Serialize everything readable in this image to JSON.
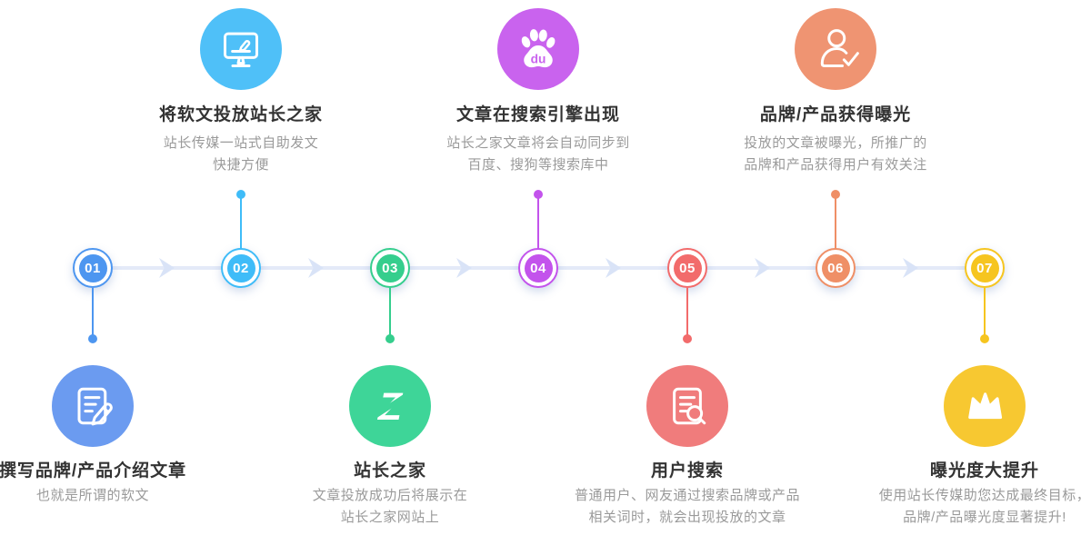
{
  "page": {
    "background": "#ffffff"
  },
  "timeline": {
    "line_color": "#E4EAF8",
    "arrow_color": "#D9E3F7",
    "title_color": "#333333",
    "desc_color": "#9A9A9A"
  },
  "steps": [
    {
      "num": "01",
      "title": "撰写品牌/产品介绍文章",
      "desc": "也就是所谓的软文",
      "color": "#4D96F0",
      "icon_bg": "#6B9BF0",
      "icon": "document-pencil-icon",
      "side": "bottom"
    },
    {
      "num": "02",
      "title": "将软文投放站长之家",
      "desc": "站长传媒一站式自助发文\n快捷方便",
      "color": "#3FBCF8",
      "icon_bg": "#4FC0F8",
      "icon": "monitor-pencil-icon",
      "side": "top"
    },
    {
      "num": "03",
      "title": "站长之家",
      "desc": "文章投放成功后将展示在\n站长之家网站上",
      "color": "#35CE8D",
      "icon_bg": "#3ED598",
      "icon": "chinaz-logo-icon",
      "side": "bottom"
    },
    {
      "num": "04",
      "title": "文章在搜索引擎出现",
      "desc": "站长之家文章将会自动同步到\n百度、搜狗等搜索库中",
      "color": "#C353EC",
      "icon_bg": "#C963EE",
      "icon": "baidu-paw-icon",
      "side": "top"
    },
    {
      "num": "05",
      "title": "用户搜索",
      "desc": "普通用户、网友通过搜索品牌或产品\n相关词时，就会出现投放的文章",
      "color": "#F26B6B",
      "icon_bg": "#F07C7C",
      "icon": "document-search-icon",
      "side": "bottom"
    },
    {
      "num": "06",
      "title": "品牌/产品获得曝光",
      "desc": "投放的文章被曝光，所推广的\n品牌和产品获得用户有效关注",
      "color": "#EF8F66",
      "icon_bg": "#EF9472",
      "icon": "user-check-icon",
      "side": "top"
    },
    {
      "num": "07",
      "title": "曝光度大提升",
      "desc": "使用站长传媒助您达成最终目标，\n品牌/产品曝光度显著提升!",
      "color": "#F6C51F",
      "icon_bg": "#F7C831",
      "icon": "crown-icon",
      "side": "bottom"
    }
  ]
}
